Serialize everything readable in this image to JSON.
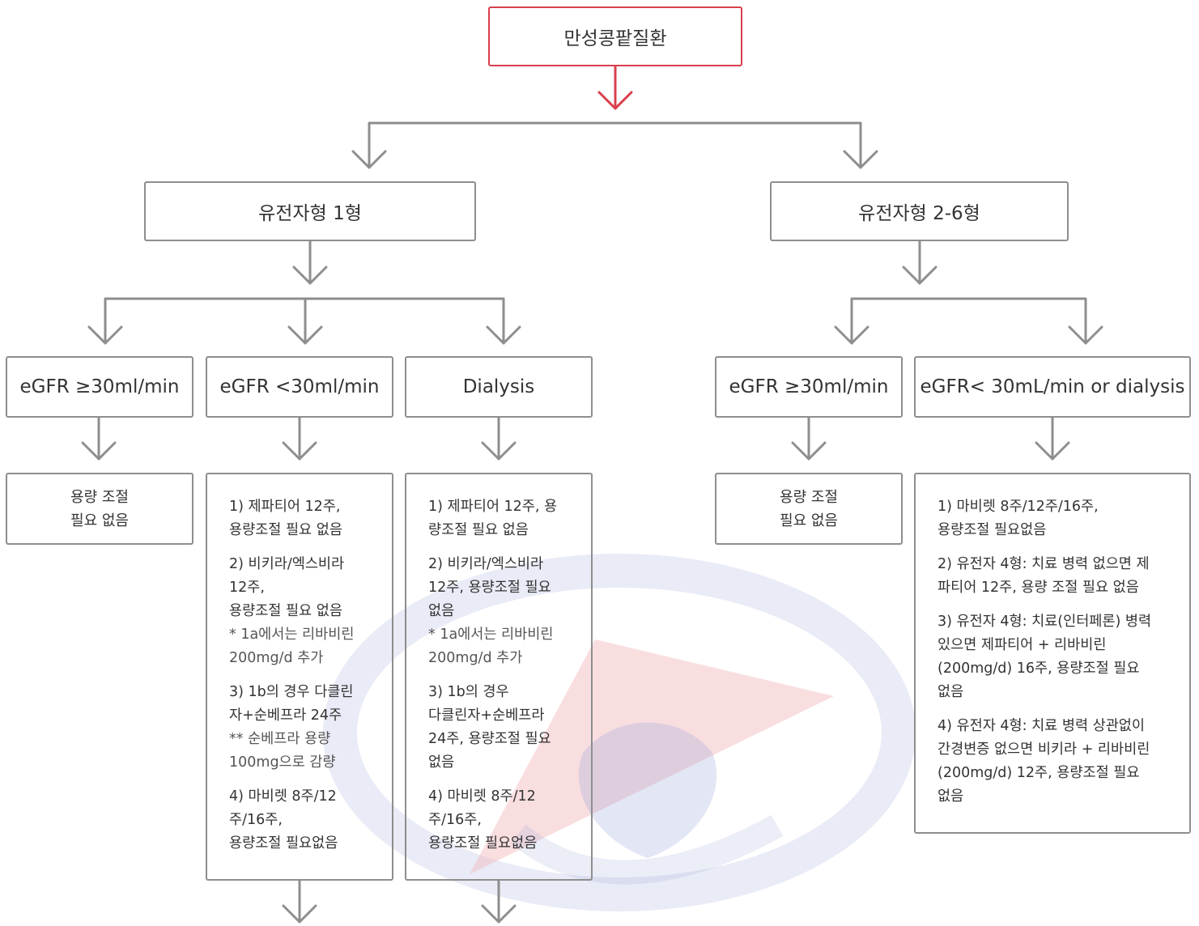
{
  "root": {
    "label": "만성콩팥질환"
  },
  "genotypes": [
    {
      "label": "유전자형 1형",
      "branches": [
        {
          "label": "eGFR ≥30ml/min",
          "result": "용량 조절\n필요 없음"
        },
        {
          "label": "eGFR <30ml/min",
          "items": [
            {
              "text": "1) 제파티어 12주,\n용량조절 필요 없음"
            },
            {
              "text": "2) 비키라/엑스비라\n12주,\n용량조절 필요 없음",
              "note": "* 1a에서는 리바비린\n200mg/d 추가"
            },
            {
              "text": "3) 1b의 경우 다클린\n자+순베프라 24주",
              "note": "** 순베프라 용량\n100mg으로 감량"
            },
            {
              "text": "4) 마비렛 8주/12\n주/16주,\n용량조절 필요없음"
            }
          ]
        },
        {
          "label": "Dialysis",
          "items": [
            {
              "text": "1) 제파티어 12주, 용\n량조절 필요 없음"
            },
            {
              "text": "2) 비키라/엑스비라\n12주, 용량조절 필요\n없음",
              "note": "* 1a에서는 리바비린\n200mg/d 추가"
            },
            {
              "text": "3) 1b의 경우\n다클린자+순베프라\n24주, 용량조절 필요\n없음"
            },
            {
              "text": "4) 마비렛 8주/12\n주/16주,\n용량조절 필요없음"
            }
          ]
        }
      ]
    },
    {
      "label": "유전자형 2-6형",
      "branches": [
        {
          "label": "eGFR ≥30ml/min",
          "result": "용량 조절\n필요 없음"
        },
        {
          "label": "eGFR< 30mL/min or dialysis",
          "items": [
            {
              "text": "1) 마비렛 8주/12주/16주,\n용량조절 필요없음"
            },
            {
              "text": "2) 유전자 4형: 치료 병력 없으면 제\n파티어 12주, 용량 조절 필요 없음"
            },
            {
              "text": "3) 유전자 4형: 치료(인터페론) 병력\n있으면 제파티어 + 리바비린\n(200mg/d) 16주, 용량조절 필요\n없음"
            },
            {
              "text": "4) 유전자 4형: 치료 병력 상관없이\n간경변증 없으면 비키라 + 리바비린\n(200mg/d) 12주, 용량조절 필요\n없음"
            }
          ]
        }
      ]
    }
  ],
  "colors": {
    "root_border": "#d8404d",
    "box_border": "#8e8e8e",
    "arrow": "#8e8e8e",
    "root_arrow": "#d8404d"
  },
  "watermark": "logo"
}
